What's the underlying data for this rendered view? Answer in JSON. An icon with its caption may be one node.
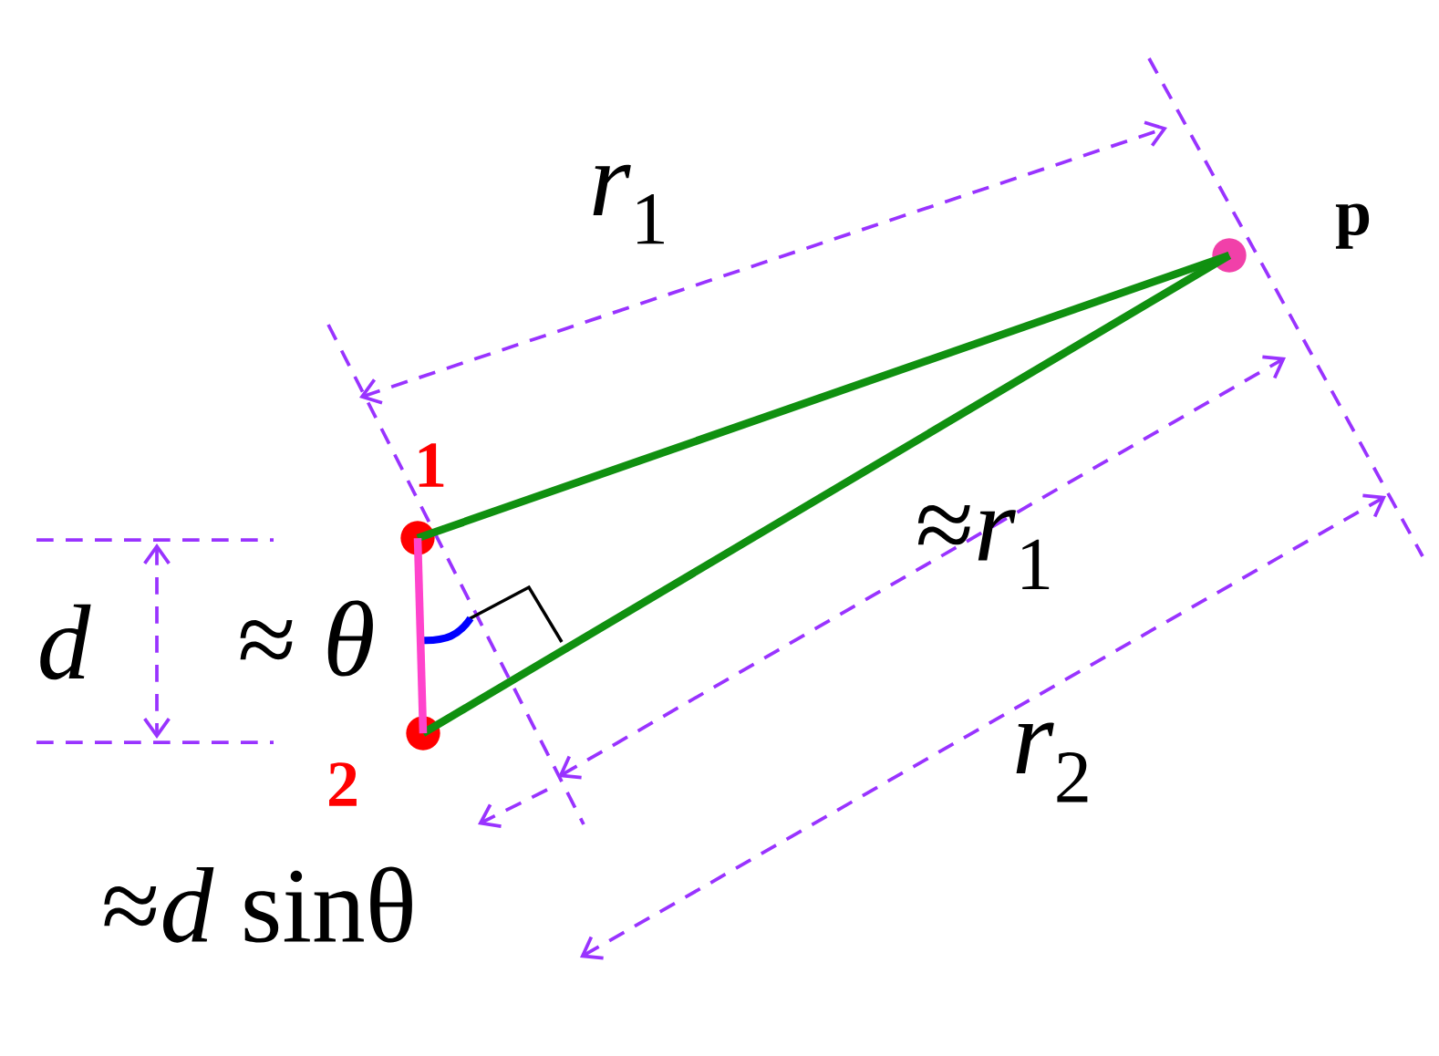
{
  "diagram": {
    "nodes": [
      {
        "text": [],
        "shape": "circle",
        "beside": [
          "1"
        ]
      },
      {
        "text": [],
        "shape": "circle",
        "beside": [
          "2"
        ]
      },
      {
        "text": [],
        "shape": "circle",
        "beside": [
          "p"
        ]
      }
    ],
    "edges": [
      {
        "from": 0,
        "to": 2,
        "arrow": "none"
      },
      {
        "from": 1,
        "to": 2,
        "arrow": "none"
      },
      {
        "from": 0,
        "to": 1,
        "arrow": "none",
        "color": "#ff44cc"
      }
    ],
    "labels": [
      "*r*$_{1}$",
      "≈*r*$_{1}$",
      "*r*$_{2}$",
      "d",
      "≈ *θ*",
      "≈*d* sinθ"
    ]
  }
}
